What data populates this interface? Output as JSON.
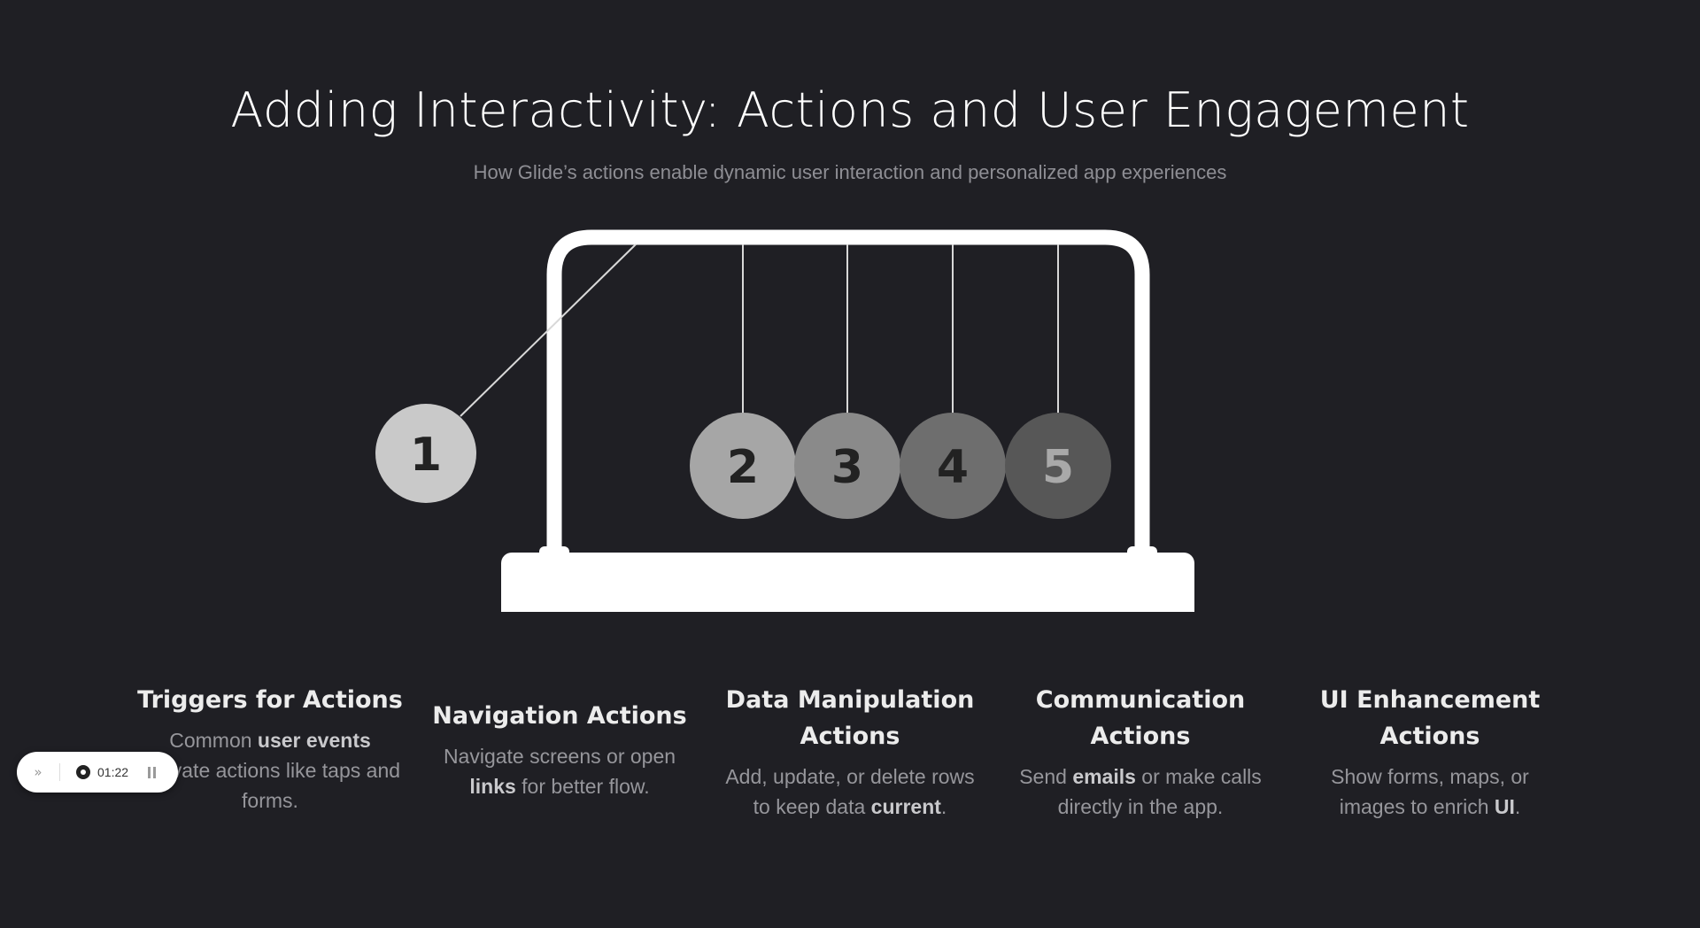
{
  "slide": {
    "title": "Adding Interactivity: Actions and User Engagement",
    "subtitle": "How Glide’s actions enable dynamic user interaction and personalized app experiences"
  },
  "cradle": {
    "balls": [
      {
        "label": "1",
        "color": "#c9c9c9"
      },
      {
        "label": "2",
        "color": "#a6a6a6"
      },
      {
        "label": "3",
        "color": "#8a8a8a"
      },
      {
        "label": "4",
        "color": "#6e6e6e"
      },
      {
        "label": "5",
        "color": "#575757"
      }
    ]
  },
  "columns": [
    {
      "title": "Triggers for Actions",
      "desc": [
        "Common ",
        {
          "b": "user events"
        },
        " activate actions like taps and forms."
      ]
    },
    {
      "title": "Navigation Actions",
      "desc": [
        "Navigate screens or open ",
        {
          "b": "links"
        },
        " for better flow."
      ]
    },
    {
      "title": "Data Manipulation Actions",
      "desc": [
        "Add, update, or delete rows to keep data ",
        {
          "b": "current"
        },
        "."
      ]
    },
    {
      "title": "Communication Actions",
      "desc": [
        "Send ",
        {
          "b": "emails"
        },
        " or make calls directly in the app."
      ]
    },
    {
      "title": "UI Enhancement Actions",
      "desc": [
        "Show forms, maps, or images to enrich ",
        {
          "b": "UI"
        },
        "."
      ]
    }
  ],
  "player": {
    "skip_icon": "»",
    "time": "01:22"
  },
  "colors": {
    "background": "#1f1f24",
    "frame": "#ffffff"
  }
}
